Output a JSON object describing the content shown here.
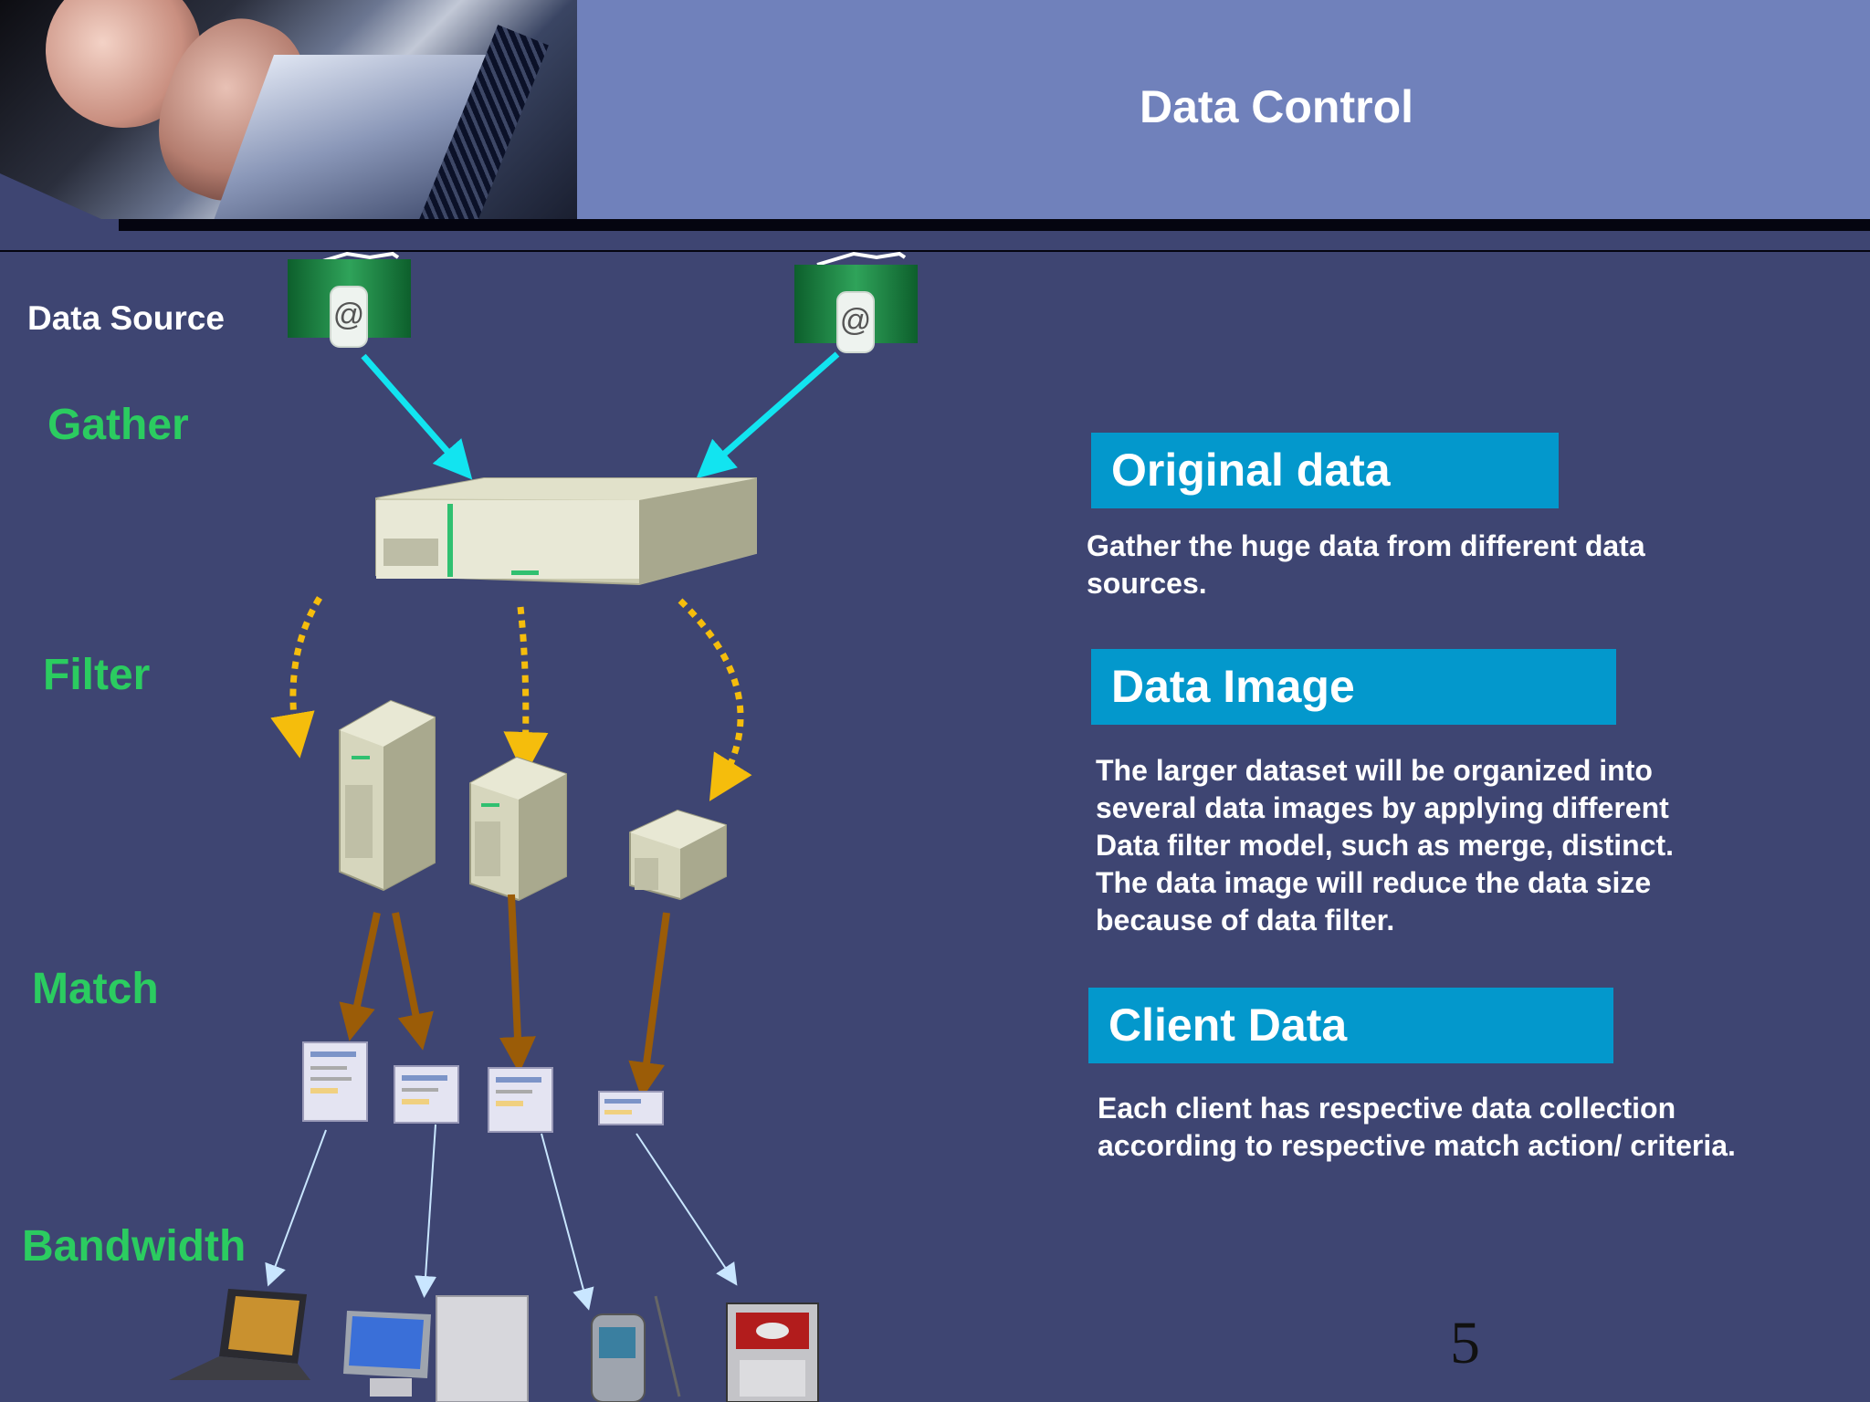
{
  "header": {
    "title": "Data Control"
  },
  "stages": {
    "data_source": "Data Source",
    "gather": "Gather",
    "filter": "Filter",
    "match": "Match",
    "bandwidth": "Bandwidth"
  },
  "panels": [
    {
      "heading": "Original data",
      "text": "Gather the huge data from different data sources."
    },
    {
      "heading": "Data Image",
      "text": "The larger dataset will be organized into several data images by applying different Data filter model, such as merge, distinct. The data image will reduce the data size because of data filter."
    },
    {
      "heading": "Client Data",
      "text": "Each client has respective data collection according to respective match action/ criteria."
    }
  ],
  "footer": {
    "page_number": "5"
  },
  "colors": {
    "gather_arrow": "#12e4f0",
    "filter_arrow": "#f5bd0c",
    "match_arrow": "#9b5c07",
    "bandwidth_arrow": "#c9e6ff",
    "stage_label": "#2bcc60",
    "panel": "#0398cc"
  }
}
